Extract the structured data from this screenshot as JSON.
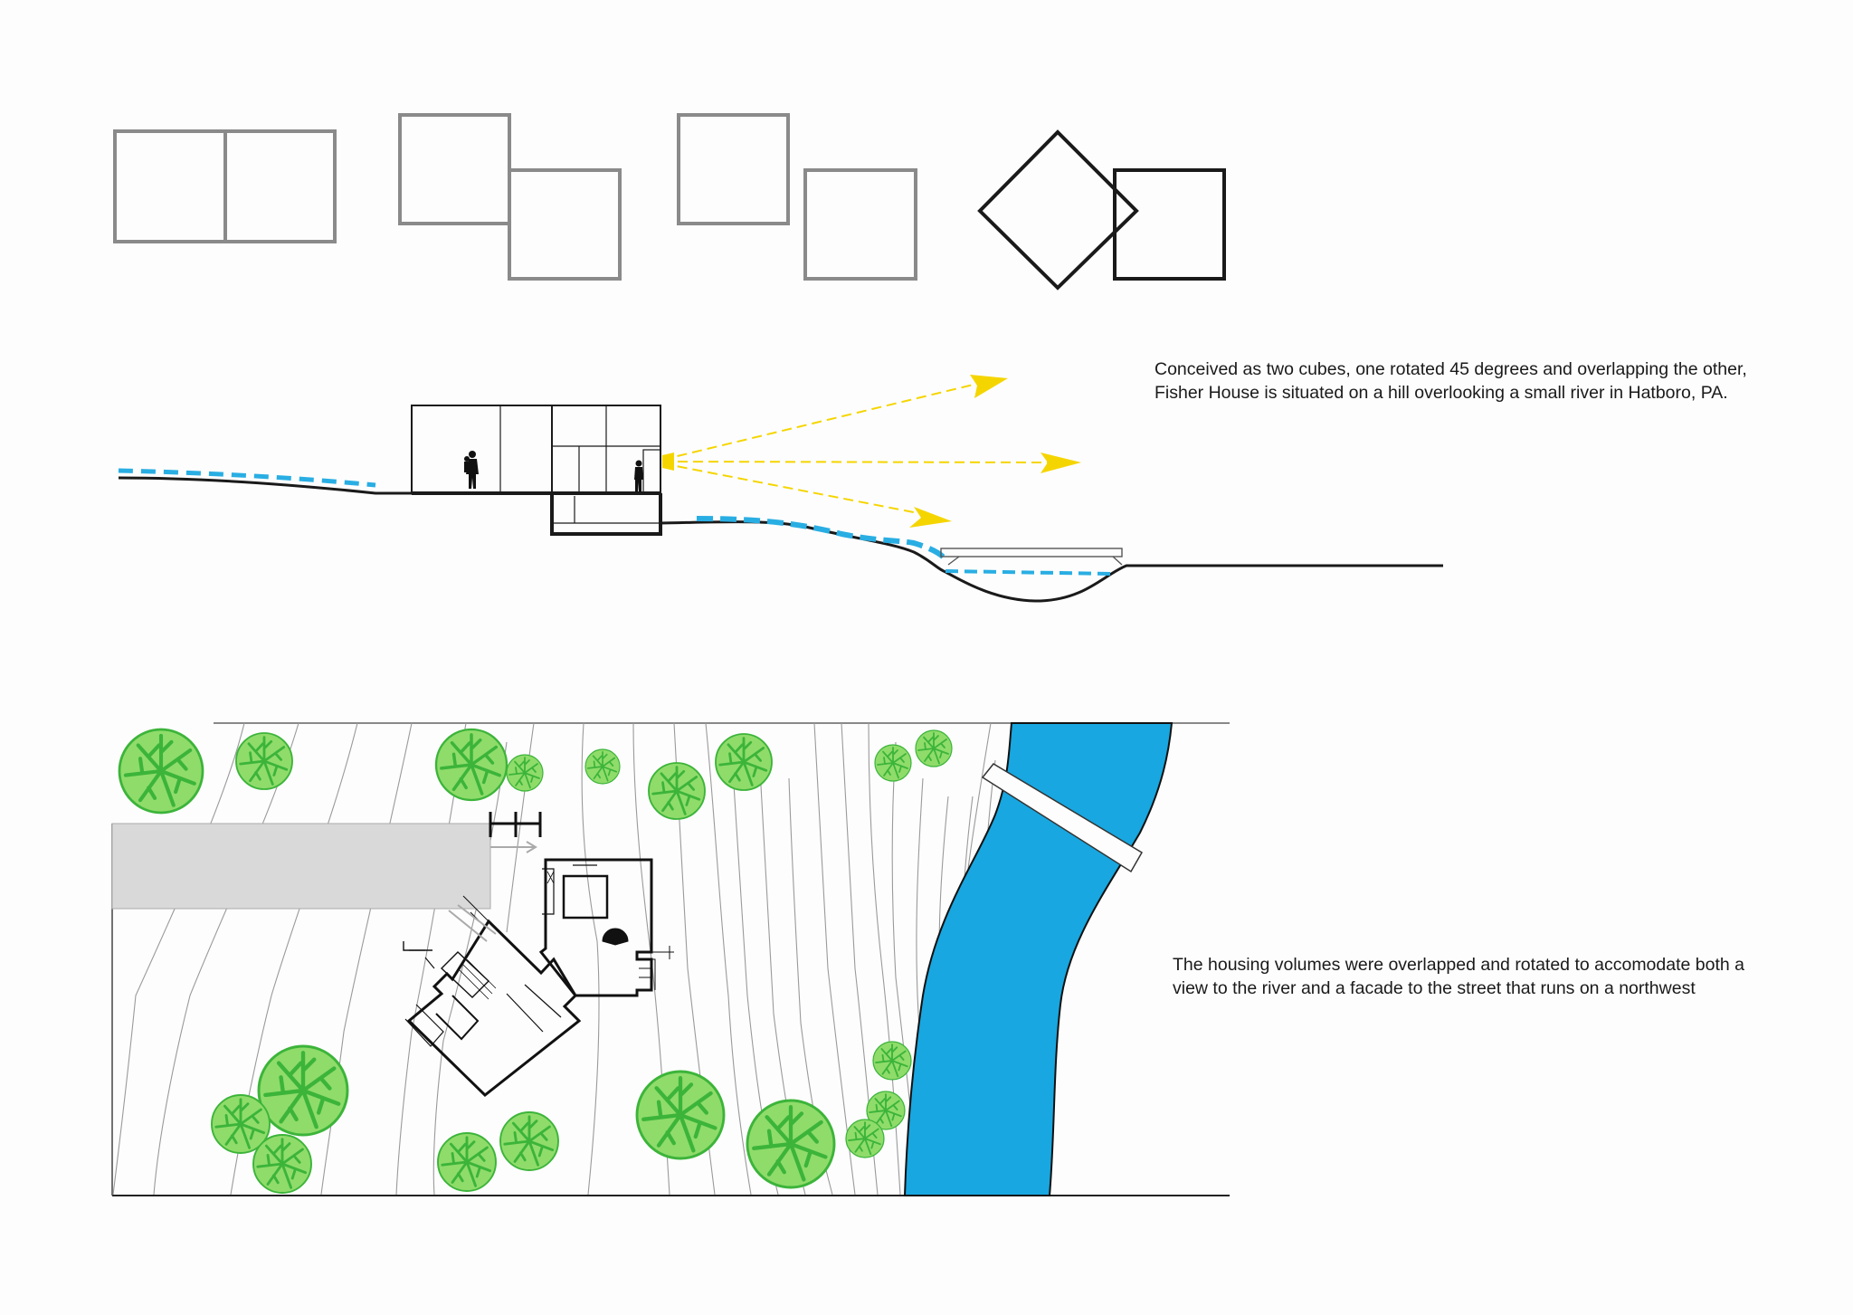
{
  "captions": {
    "section": {
      "line1": "Conceived as two cubes, one rotated 45 degrees and overlapping the other,",
      "line2": "Fisher House is situated on a hill overlooking a small river in Hatboro, PA."
    },
    "site_plan": {
      "line1": "The housing volumes were overlapped and rotated to accomodate both a",
      "line2": "view to the river and a facade to the street that runs on a northwest"
    }
  },
  "colors": {
    "background": "#fdfdfd",
    "diagram_grey": "#8a8a8a",
    "line_black": "#1a1a1a",
    "water_dash": "#29aee3",
    "view_arrows": "#f5d500",
    "river": "#18a7e0",
    "tree_fill": "#8fdc6a",
    "tree_stroke": "#3cb43a",
    "road": "#d9d9d9",
    "contours": "#9a9a9a"
  },
  "icons": {
    "person": "person-silhouette-icon",
    "tree": "tree-canopy-icon",
    "arrow": "arrowhead-icon"
  }
}
